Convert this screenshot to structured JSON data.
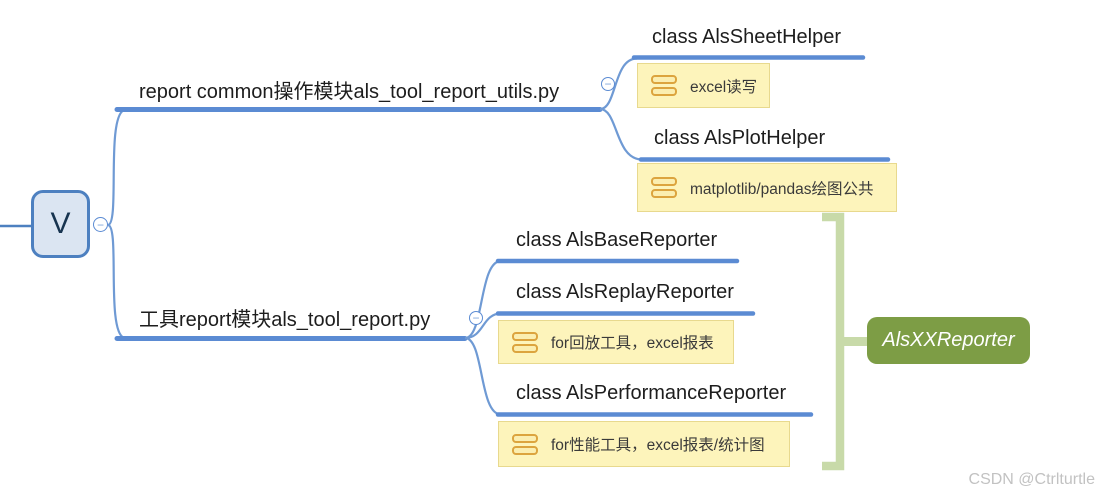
{
  "ui": {
    "collapse_glyph": "−",
    "watermark": "CSDN @Ctrlturtle"
  },
  "colors": {
    "branch_blue": "#5b8bd3",
    "curve_blue": "#6f9ad4",
    "root_fill": "#dbe5f2",
    "root_border": "#4d80c0",
    "note_bg": "#fdf4bb",
    "note_border": "#e8d98e",
    "note_icon_gold": "#dca43e",
    "summary_green": "#7d9d45",
    "bracket_green": "#c8daa9",
    "watermark_gray": "#c2c2c2"
  },
  "root": {
    "label": "V"
  },
  "branches": [
    {
      "label": "report common操作模块als_tool_report_utils.py",
      "children": [
        {
          "label": "class AlsSheetHelper",
          "note": "excel读写"
        },
        {
          "label": "class AlsPlotHelper",
          "note": "matplotlib/pandas绘图公共"
        }
      ]
    },
    {
      "label": "工具report模块als_tool_report.py",
      "children": [
        {
          "label": "class AlsBaseReporter"
        },
        {
          "label": "class AlsReplayReporter",
          "note": "for回放工具，excel报表"
        },
        {
          "label": "class AlsPerformanceReporter",
          "note": "for性能工具，excel报表/统计图"
        }
      ]
    }
  ],
  "summary": {
    "label": "AlsXXReporter"
  }
}
